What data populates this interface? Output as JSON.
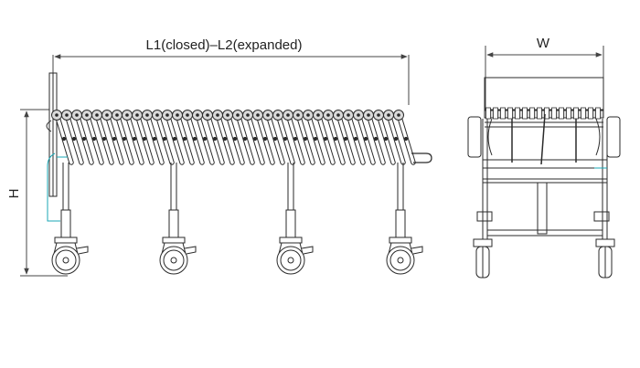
{
  "dimensions": {
    "length_label": "L1(closed)–L2(expanded)",
    "width_label": "W",
    "height_label": "H"
  },
  "colors": {
    "line": "#2a2a2a",
    "roller_fill": "#d9d9d9",
    "accent_cyan": "#19a7b5",
    "dim_line": "#444444"
  }
}
